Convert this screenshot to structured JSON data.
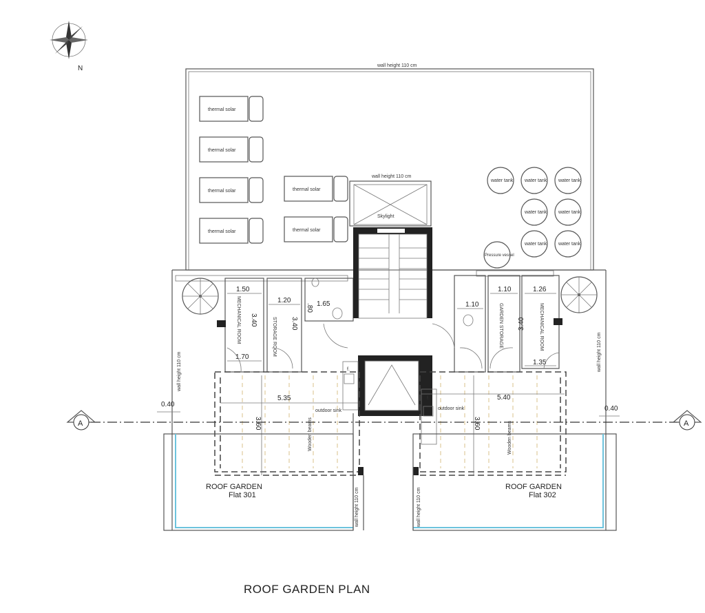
{
  "title": "ROOF GARDEN  PLAN",
  "compass": {
    "north_label": "N"
  },
  "labels": {
    "wall_height": "wall height 110 cm",
    "skylight": "Skylight",
    "water_tank": "water tank",
    "pressure_vessel": "Pressure vessel",
    "solar_panel": "thermal solar",
    "mechanical_room": "MECHANICAL ROOM",
    "storage_room": "STORAGE ROOM",
    "garden_storage": "GARDEN STORAGE",
    "wooden_beams": "Wooden beams",
    "outdoor_sink": "outdoor sink",
    "fridge": "f.",
    "section_marker": "A"
  },
  "gardens": [
    {
      "name": "ROOF GARDEN",
      "flat": "Flat 301"
    },
    {
      "name": "ROOF GARDEN",
      "flat": "Flat 302"
    }
  ],
  "dimensions": {
    "left_mech_width": "1.50",
    "left_mech_depth": "3.40",
    "left_mech_bottom": "1.70",
    "left_storage_width": "1.20",
    "left_storage_depth": "3.40",
    "left_wc_width": "1.65",
    "left_wc_small": ".80",
    "right_wc_width": "1.10",
    "right_storage_width": "1.10",
    "right_mech_width": "1.26",
    "right_mech_depth": "3.40",
    "right_mech_bottom": "1.35",
    "pergola_left_width": "5.35",
    "pergola_right_width": "5.40",
    "pergola_depth_left": "3.60",
    "pergola_depth_right": "3.60",
    "offset_left": "0.40",
    "offset_right": "0.40"
  }
}
